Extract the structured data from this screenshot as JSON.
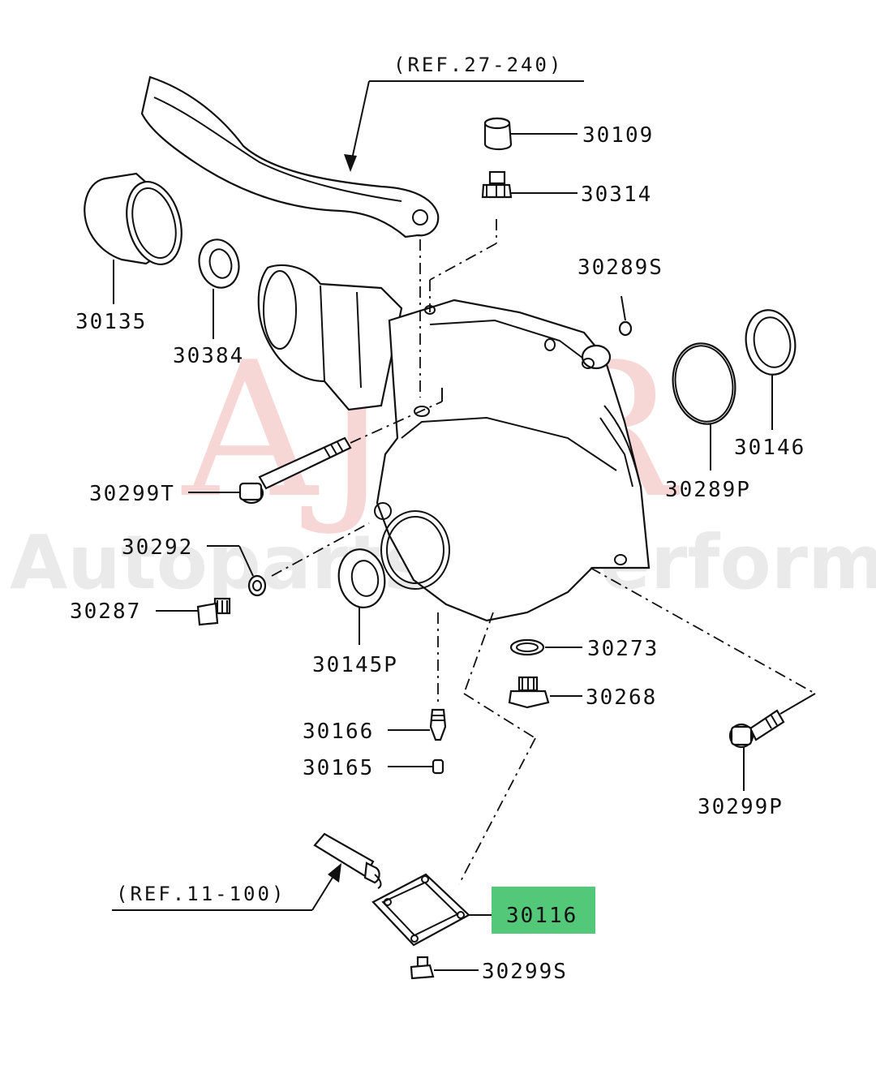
{
  "watermark": {
    "brand": "AJCR",
    "tagline": "Autoparts & Performance"
  },
  "references": {
    "top": "(REF.27-240)",
    "bottom": "(REF.11-100)"
  },
  "parts": {
    "p30109": "30109",
    "p30314": "30314",
    "p30289S": "30289S",
    "p30135": "30135",
    "p30384": "30384",
    "p30146": "30146",
    "p30299T": "30299T",
    "p30289P": "30289P",
    "p30292": "30292",
    "p30287": "30287",
    "p30145P": "30145P",
    "p30273": "30273",
    "p30268": "30268",
    "p30166": "30166",
    "p30165": "30165",
    "p30299P": "30299P",
    "p30116": "30116",
    "p30299S": "30299S"
  },
  "highlight": {
    "part": "30116",
    "color": "#52c878"
  }
}
